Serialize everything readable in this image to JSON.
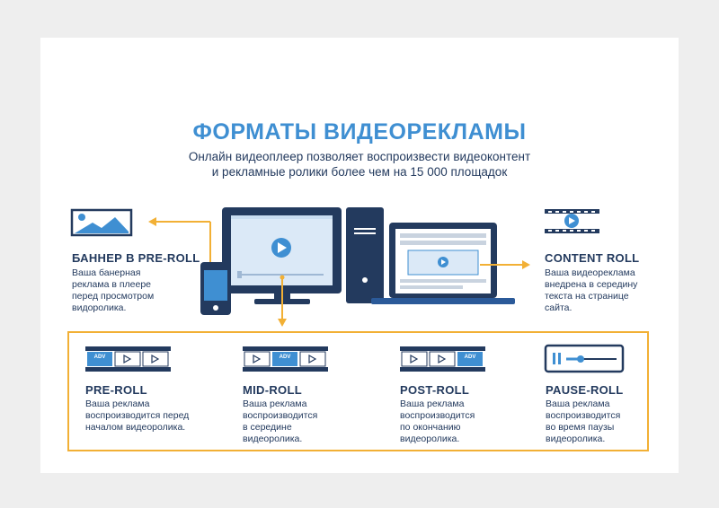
{
  "title": "ФОРМАТЫ ВИДЕОРЕКЛАМЫ",
  "subtitle_line1": "Онлайн видеоплеер позволяет воспроизвести видеоконтент",
  "subtitle_line2": "и рекламные ролики более чем на 15 000 площадок",
  "top_formats": [
    {
      "name": "БАННЕР В PRE-ROLL",
      "desc": "Ваша банерная\nреклама в плеере\nперед просмотром\nвидоролика."
    },
    {
      "name": "CONTENT ROLL",
      "desc": "Ваша видеореклама\nвнедрена в середину\nтекста на странице\nсайта."
    }
  ],
  "bottom_formats": [
    {
      "name": "PRE-ROLL",
      "desc": "Ваша реклама\nвоспроизводится перед\nначалом видеоролика.",
      "adv_label": "ADV"
    },
    {
      "name": "MID-ROLL",
      "desc": "Ваша реклама\nвоспроизводится\nв середине\nвидеоролика.",
      "adv_label": "ADV"
    },
    {
      "name": "POST-ROLL",
      "desc": "Ваша реклама\nвоспроизводится\nпо окончанию\nвидеоролика.",
      "adv_label": "ADV"
    },
    {
      "name": "PAUSE-ROLL",
      "desc": "Ваша реклама\nвоспроизводится\nво время паузы\nвидеоролика."
    }
  ],
  "colors": {
    "navy": "#233a5e",
    "blue": "#3f8fd2",
    "light_blue": "#dbe9f7",
    "accent_yellow": "#f2b035"
  }
}
